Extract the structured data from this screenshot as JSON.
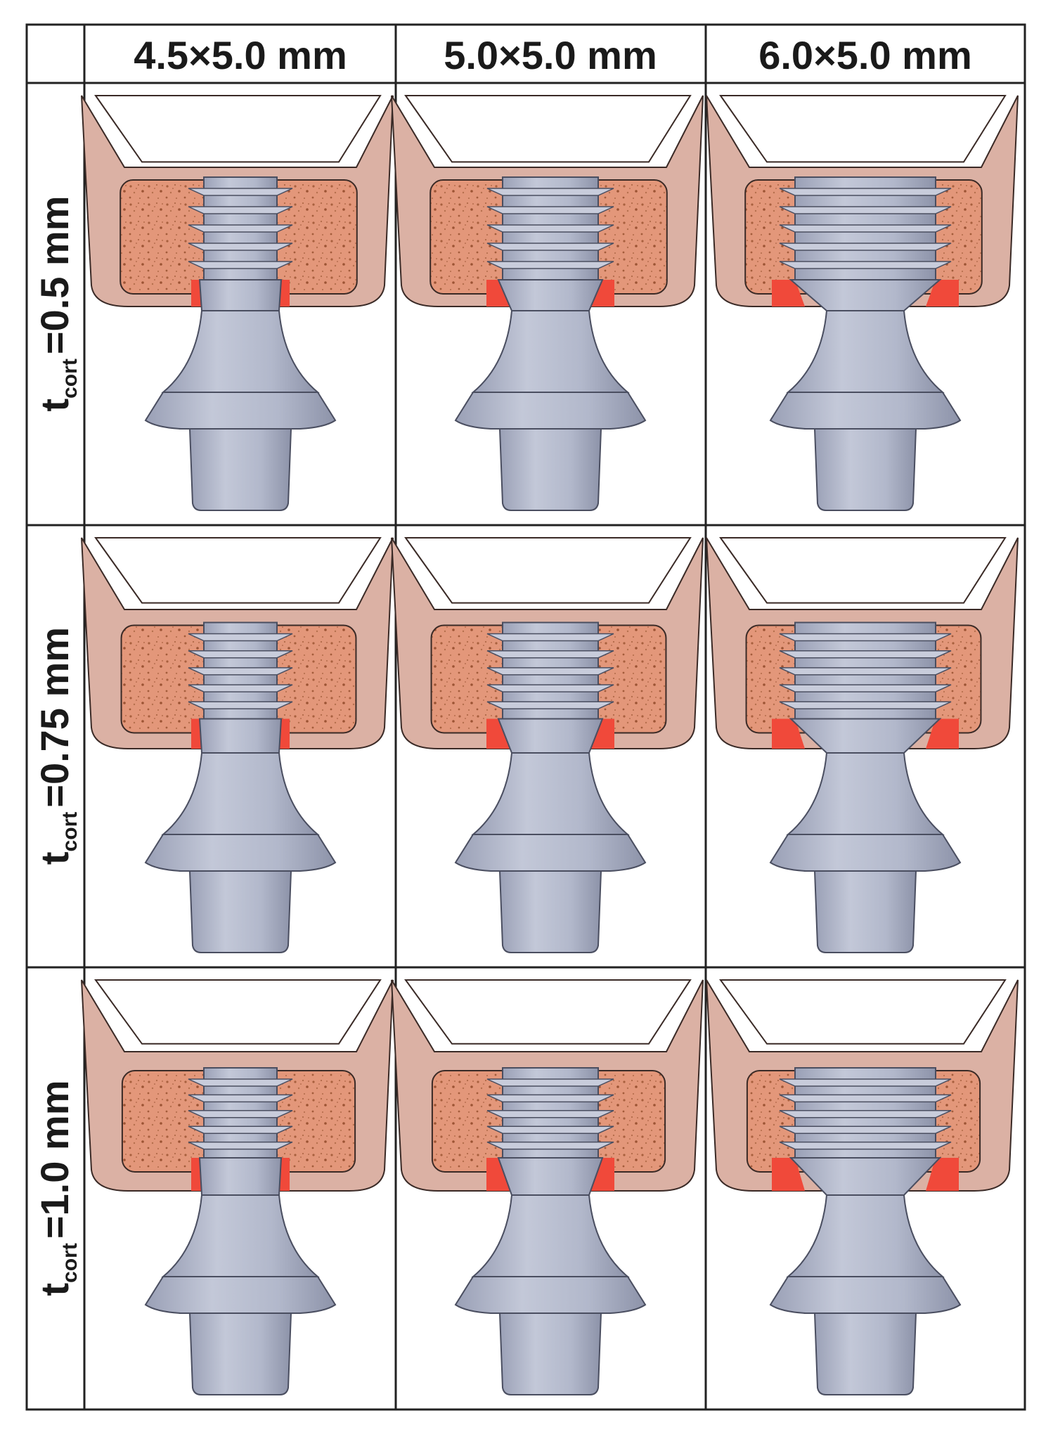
{
  "columns": [
    {
      "label": "4.5×5.0 mm",
      "implant_diameter_mm": 4.5
    },
    {
      "label": "5.0×5.0 mm",
      "implant_diameter_mm": 5.0
    },
    {
      "label": "6.0×5.0 mm",
      "implant_diameter_mm": 6.0
    }
  ],
  "rows": [
    {
      "symbol": "t",
      "subscript": "cort",
      "value": "=0.5 mm",
      "thickness_mm": 0.5
    },
    {
      "symbol": "t",
      "subscript": "cort",
      "value": "=0.75 mm",
      "thickness_mm": 0.75
    },
    {
      "symbol": "t",
      "subscript": "cort",
      "value": "=1.0 mm",
      "thickness_mm": 1.0
    }
  ],
  "colors": {
    "cortical_bone": "#dbb1a4",
    "cancellous_bone": "#e59a7c",
    "cancellous_speckle": "#a8603e",
    "implant": "#b7bccd",
    "implant_shade": "#8f94a8",
    "contact_zone": "#f0493a",
    "grid_line": "#222222"
  }
}
